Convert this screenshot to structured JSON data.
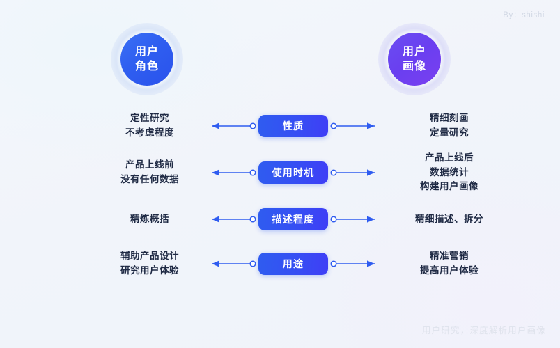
{
  "watermarks": {
    "top_right": "By：shishi",
    "bottom_right": "用户研究，深度解析用户画像"
  },
  "headers": {
    "left": {
      "line1": "用户",
      "line2": "角色",
      "color": "#2f5cf0"
    },
    "right": {
      "line1": "用户",
      "line2": "画像",
      "color": "#6a3ff0"
    }
  },
  "rows": [
    {
      "attribute": "性质",
      "left": [
        "定性研究",
        "不考虑程度"
      ],
      "right": [
        "精细刻画",
        "定量研究"
      ]
    },
    {
      "attribute": "使用时机",
      "left": [
        "产品上线前",
        "没有任何数据"
      ],
      "right": [
        "产品上线后",
        "数据统计",
        "构建用户画像"
      ]
    },
    {
      "attribute": "描述程度",
      "left": [
        "精炼概括"
      ],
      "right": [
        "精细描述、拆分"
      ]
    },
    {
      "attribute": "用途",
      "left": [
        "辅助产品设计",
        "研究用户体验"
      ],
      "right": [
        "精准营销",
        "提高用户体验"
      ]
    }
  ],
  "colors": {
    "background": "#f2f5fb",
    "pill_gradient_start": "#2f5cf0",
    "pill_gradient_end": "#3f3ef6",
    "arrow": "#2f5cf0",
    "text": "#1f2a44"
  }
}
